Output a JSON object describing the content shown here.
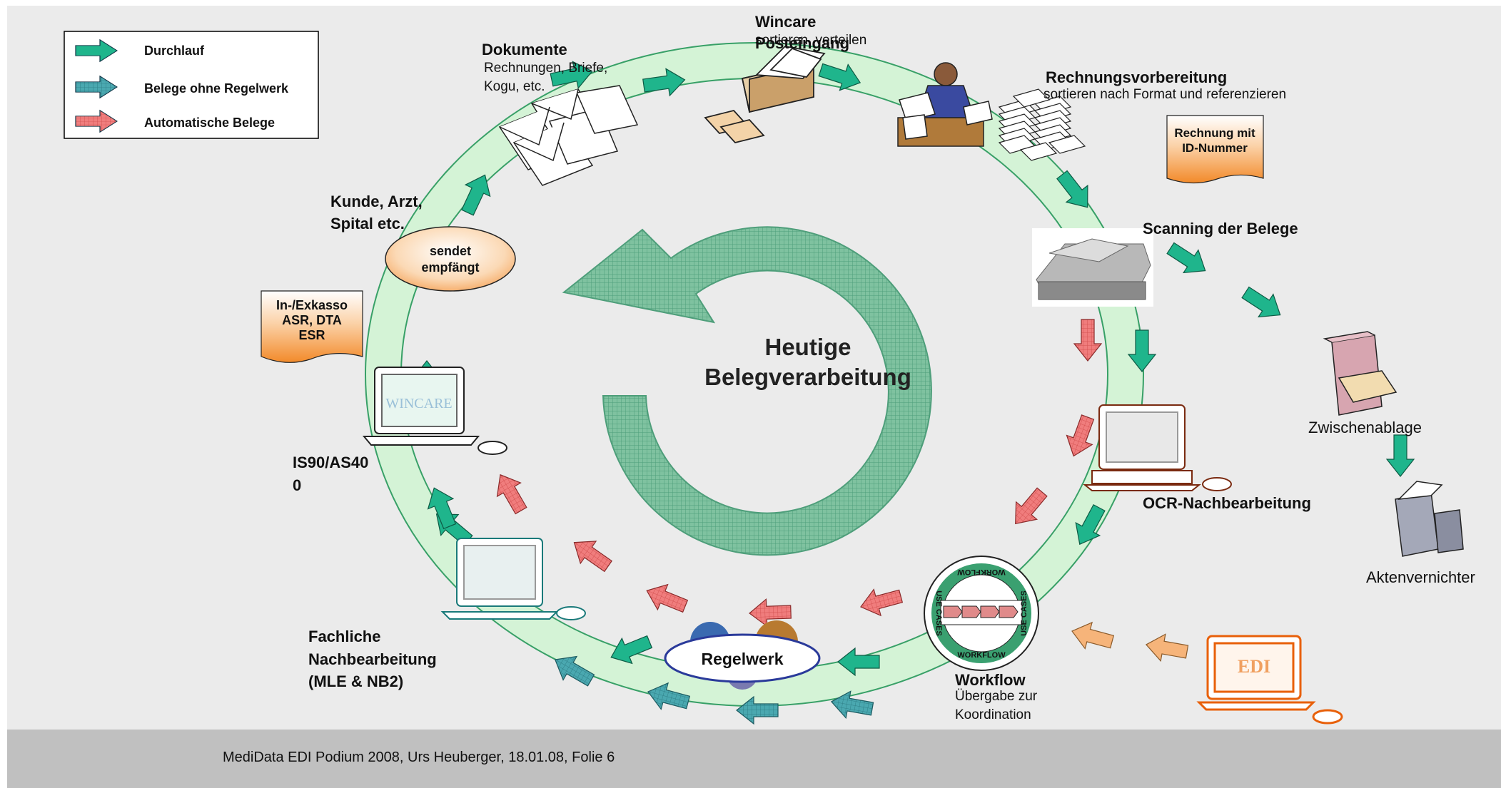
{
  "legend": {
    "items": [
      {
        "label": "Durchlauf",
        "color": "#1fb58c"
      },
      {
        "label": "Belege ohne Regelwerk",
        "color": "#3aa3a3"
      },
      {
        "label": "Automatische Belege",
        "color": "#ee6e6e"
      }
    ]
  },
  "center": {
    "line1": "Heutige",
    "line2": "Belegverarbeitung"
  },
  "nodes": {
    "dokumente": {
      "title": "Dokumente",
      "sub1": "Rechnungen, Briefe,",
      "sub2": "Kogu, etc."
    },
    "wincare": {
      "title": "Wincare",
      "title2": "Posteingang",
      "sub": "sortieren, verteilen"
    },
    "rechnungsvorbereitung": {
      "title": "Rechnungsvorbereitung",
      "sub": "sortieren nach Format und referenzieren"
    },
    "rechnung_id": {
      "line1": "Rechnung mit",
      "line2": "ID-Nummer"
    },
    "scanning": {
      "title": "Scanning der Belege"
    },
    "zwischenablage": {
      "title": "Zwischenablage"
    },
    "aktenvernichter": {
      "title": "Aktenvernichter"
    },
    "ocr": {
      "title": "OCR-Nachbearbeitung"
    },
    "workflow": {
      "title": "Workflow",
      "sub1": "Übergabe zur",
      "sub2": "Koordination",
      "ring_top": "WORKFLOW",
      "ring_bottom": "WORKFLOW",
      "ring_left": "USE CASES",
      "ring_right": "USE CASES"
    },
    "edi": {
      "label": "EDI"
    },
    "regelwerk": {
      "label": "Regelwerk"
    },
    "fachliche": {
      "line1": "Fachliche",
      "line2": "Nachbearbeitung",
      "line3": "(MLE & NB2)"
    },
    "is90": {
      "line1": "IS90/AS40",
      "line2": "0",
      "screen": "WINCARE"
    },
    "inexkasso": {
      "line1": "In-/Exkasso",
      "line2": "ASR, DTA",
      "line3": "ESR"
    },
    "kunde": {
      "line1": "Kunde, Arzt,",
      "line2": "Spital etc."
    },
    "sendet": {
      "line1": "sendet",
      "line2": "empfängt"
    }
  },
  "footer": {
    "text": "MediData EDI Podium 2008, Urs Heuberger, 18.01.08, Folie 6"
  }
}
